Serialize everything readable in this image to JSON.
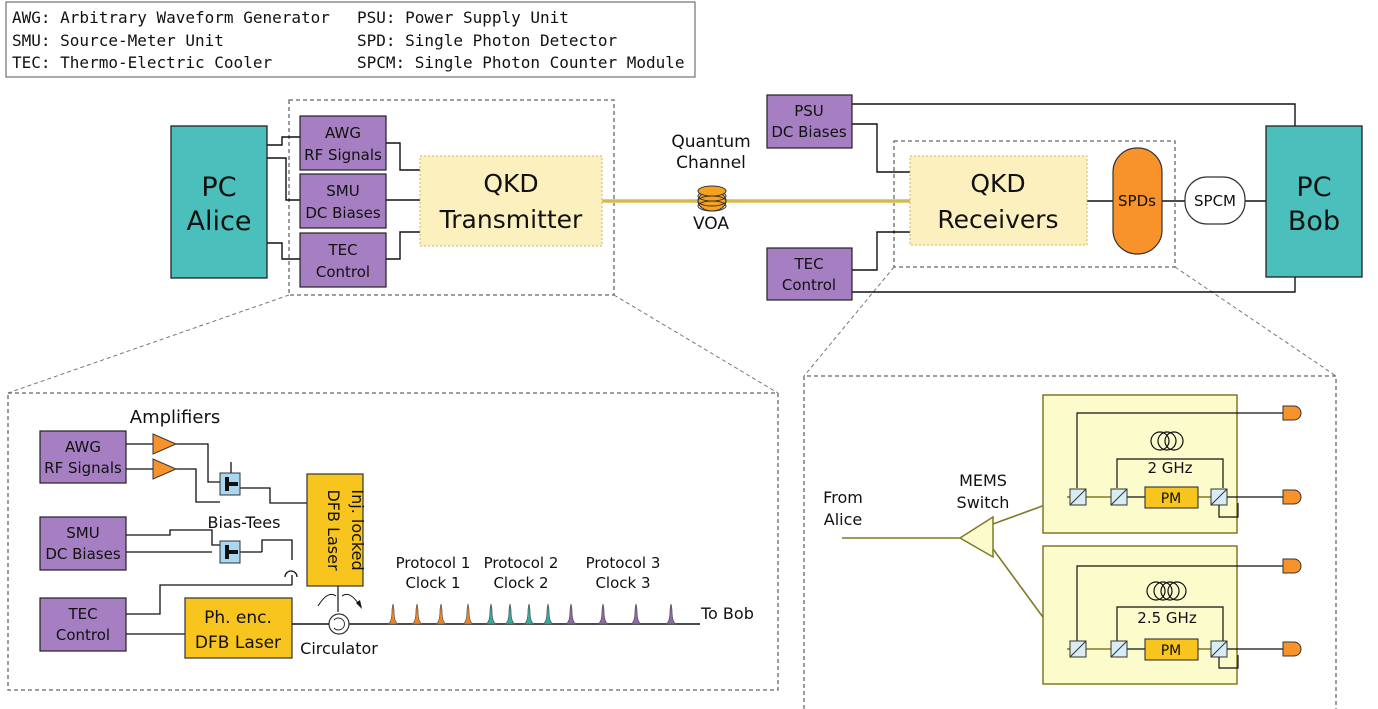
{
  "legend": {
    "left": [
      "AWG: Arbitrary Waveform Generator",
      "SMU: Source-Meter Unit",
      "TEC: Thermo-Electric Cooler"
    ],
    "right": [
      "PSU: Power Supply Unit",
      "SPD: Single Photon Detector",
      "SPCM: Single Photon Counter Module"
    ]
  },
  "top": {
    "pc_alice": [
      "PC",
      "Alice"
    ],
    "awg": [
      "AWG",
      "RF Signals"
    ],
    "smu": [
      "SMU",
      "DC Biases"
    ],
    "tec": [
      "TEC",
      "Control"
    ],
    "qkd_tx": [
      "QKD",
      "Transmitter"
    ],
    "quantum_channel": [
      "Quantum",
      "Channel"
    ],
    "voa": "VOA",
    "psu": [
      "PSU",
      "DC Biases"
    ],
    "tec_bob": [
      "TEC",
      "Control"
    ],
    "qkd_rx": [
      "QKD",
      "Receivers"
    ],
    "spds": "SPDs",
    "spcm": "SPCM",
    "pc_bob": [
      "PC",
      "Bob"
    ]
  },
  "tx_detail": {
    "amplifiers": "Amplifiers",
    "awg": [
      "AWG",
      "RF Signals"
    ],
    "smu": [
      "SMU",
      "DC Biases"
    ],
    "tec": [
      "TEC",
      "Control"
    ],
    "bias_tees": "Bias-Tees",
    "inj_laser": [
      "Inj. locked",
      "DFB Laser"
    ],
    "ph_laser": [
      "Ph. enc.",
      "DFB Laser"
    ],
    "circulator": "Circulator",
    "protocols": [
      [
        "Protocol 1",
        "Clock 1"
      ],
      [
        "Protocol 2",
        "Clock 2"
      ],
      [
        "Protocol 3",
        "Clock 3"
      ]
    ],
    "to_bob": "To Bob"
  },
  "rx_detail": {
    "from_alice": [
      "From",
      "Alice"
    ],
    "mems": [
      "MEMS",
      "Switch"
    ],
    "interferometer_1": {
      "delay": "2 GHz",
      "pm": "PM"
    },
    "interferometer_2": {
      "delay": "2.5 GHz",
      "pm": "PM"
    }
  },
  "colors": {
    "pc": "#4bbfbb",
    "purple": "#a57fc1",
    "qkd_fill": "#fdf0bf",
    "orange": "#f7932a",
    "laser": "#f7c51e",
    "olive": "#807a26",
    "interf_fill": "#fbfbcb",
    "bias_tee": "#a9d7ef",
    "pulse_orange": "#e8882a",
    "pulse_teal": "#3aa89b",
    "pulse_purple": "#8c6aa8"
  }
}
